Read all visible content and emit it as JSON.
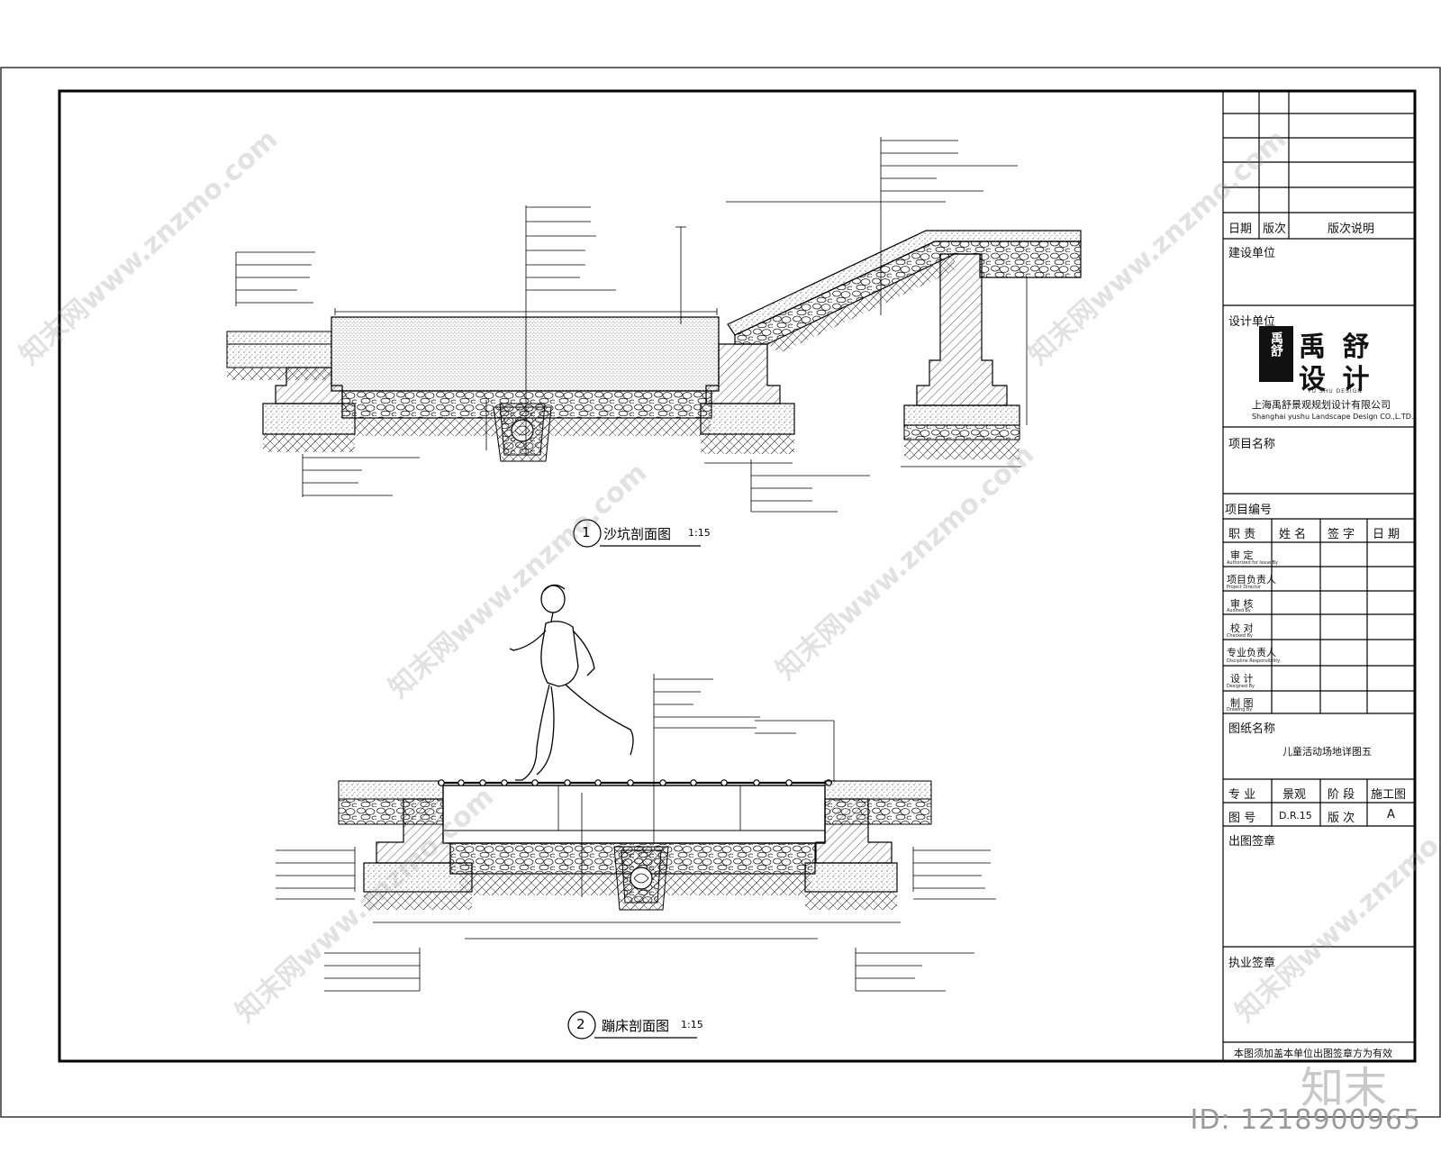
{
  "title_block": {
    "date_label": "日期",
    "edition_label": "版次",
    "edition_note_label": "版次说明",
    "client_label": "建设单位",
    "designer_label": "设计单位",
    "company_cn": "上海禹舒景观规划设计有限公司",
    "company_en": "Shanghai yushu Landscape Design CO.,L.TD.",
    "logo_text_1": "禹 舒",
    "logo_text_2": "设 计",
    "logo_en": "YU SHU DESIGN",
    "logo_seal": "禹舒",
    "project_name_label": "项目名称",
    "project_no_label": "项目编号",
    "role_header": "职 责",
    "name_header": "姓 名",
    "sign_header": "签 字",
    "date_header": "日 期",
    "roles": [
      {
        "cn": "审 定",
        "en": "Authorized for Issue By"
      },
      {
        "cn": "项目负责人",
        "en": "Project Director"
      },
      {
        "cn": "审 核",
        "en": "Audited By"
      },
      {
        "cn": "校 对",
        "en": "Checked By"
      },
      {
        "cn": "专业负责人",
        "en": "Discipline Responsibility"
      },
      {
        "cn": "设 计",
        "en": "Designed By"
      },
      {
        "cn": "制 图",
        "en": "Drawing By"
      }
    ],
    "drawing_name_label": "图纸名称",
    "drawing_name": "儿童活动场地详图五",
    "discipline_label": "专 业",
    "discipline_value": "景观",
    "stage_label": "阶 段",
    "stage_value": "施工图",
    "drawing_no_label": "图 号",
    "drawing_no_value": "D.R.15",
    "revision_label": "版 次",
    "revision_value": "A",
    "issue_stamp_label": "出图签章",
    "license_stamp_label": "执业签章",
    "footer_note": "本图须加盖本单位出图签章方为有效"
  },
  "sections": [
    {
      "number": "1",
      "title": "沙坑剖面图",
      "scale": "1:15"
    },
    {
      "number": "2",
      "title": "蹦床剖面图",
      "scale": "1:15"
    }
  ],
  "watermark": {
    "text": "知末网www.znzmo.com",
    "brand": "知末",
    "id": "ID: 1218900965"
  }
}
